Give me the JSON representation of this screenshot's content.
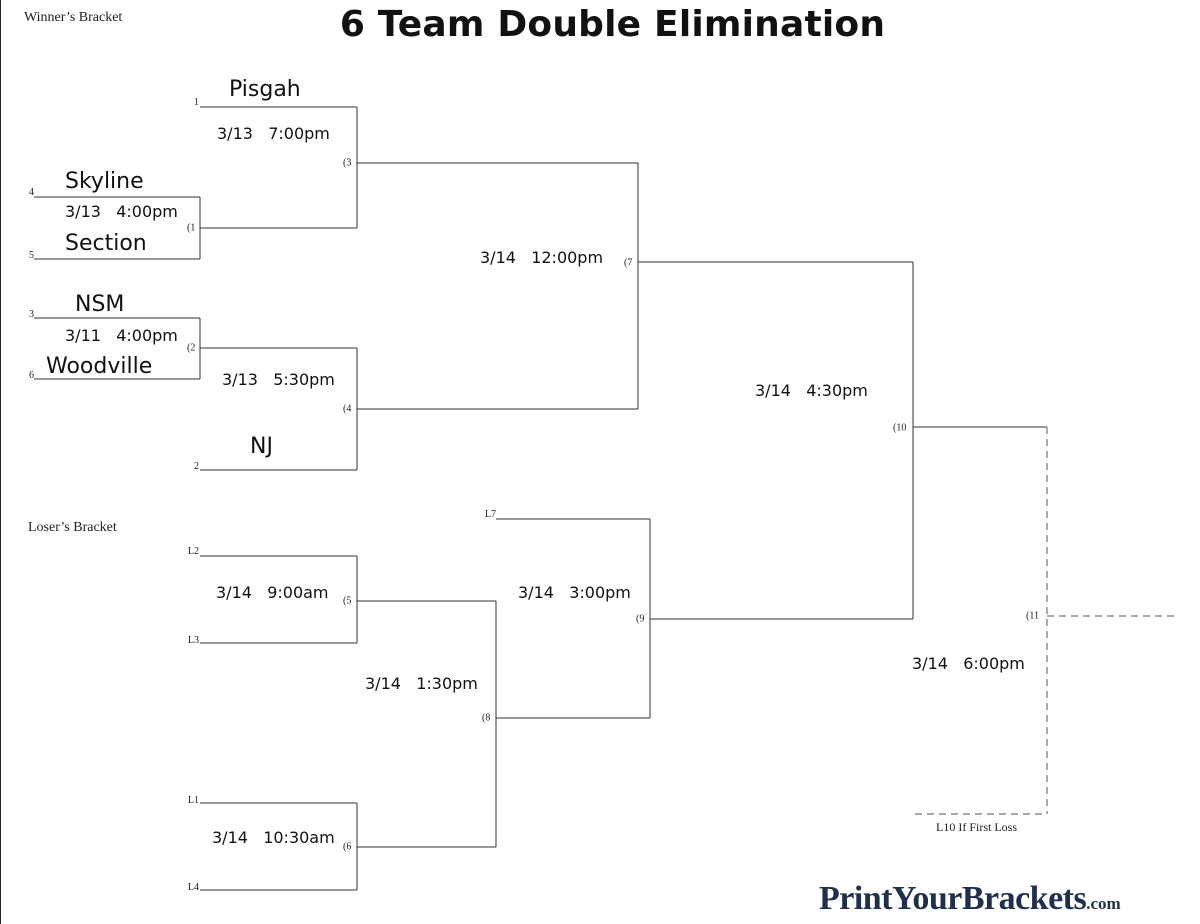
{
  "title": "6 Team Double Elimination",
  "winners_label": "Winner’s Bracket",
  "losers_label": "Loser’s Bracket",
  "seeds": {
    "s1": "1",
    "s2": "2",
    "s3": "3",
    "s4": "4",
    "s5": "5",
    "s6": "6",
    "l1": "L1",
    "l2": "L2",
    "l3": "L3",
    "l4": "L4",
    "l7": "L7"
  },
  "games": {
    "g1": "(1",
    "g2": "(2",
    "g3": "(3",
    "g4": "(4",
    "g5": "(5",
    "g6": "(6",
    "g7": "(7",
    "g8": "(8",
    "g9": "(9",
    "g10": "(10",
    "g11": "(11"
  },
  "teams": {
    "pisgah": "Pisgah",
    "skyline": "Skyline",
    "section": "Section",
    "nsm": "NSM",
    "woodville": "Woodville",
    "nj": "NJ"
  },
  "schedule": {
    "g1": "3/13   4:00pm",
    "g2": "3/11   4:00pm",
    "g3": "3/13   7:00pm",
    "g4": "3/13   5:30pm",
    "g7": "3/14   12:00pm",
    "g10": "3/14   4:30pm",
    "g5": "3/14   9:00am",
    "g6": "3/14   10:30am",
    "g8": "3/14   1:30pm",
    "g9": "3/14   3:00pm",
    "g11": "3/14   6:00pm"
  },
  "footer_note": "L10 If First Loss",
  "logo": {
    "main": "PrintYourBrackets",
    "suffix": ".com"
  }
}
